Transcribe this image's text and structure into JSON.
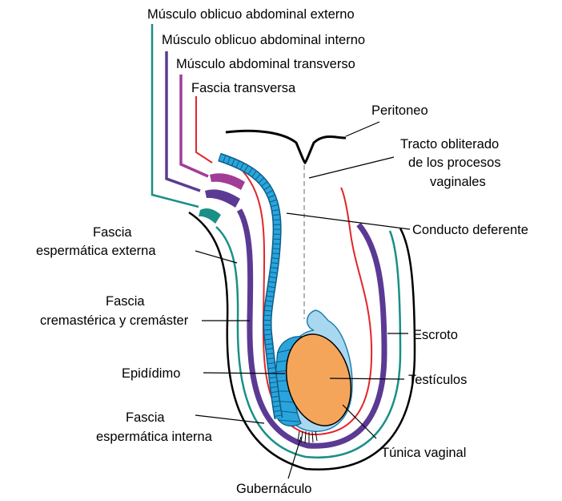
{
  "labels": {
    "oblicuo_externo": "Músculo oblicuo abdominal externo",
    "oblicuo_interno": "Músculo oblicuo abdominal interno",
    "abdominal_transverso": "Músculo abdominal transverso",
    "fascia_transversa": "Fascia transversa",
    "peritoneo": "Peritoneo",
    "tracto_l1": "Tracto obliterado",
    "tracto_l2": "de los procesos",
    "tracto_l3": "vaginales",
    "conducto_deferente": "Conducto deferente",
    "fascia_externa_l1": "Fascia",
    "fascia_externa_l2": "espermática externa",
    "cremasterica_l1": "Fascia",
    "cremasterica_l2": "cremastérica y cremáster",
    "escroto": "Escroto",
    "epididimo": "Epidídimo",
    "testiculos": "Testículos",
    "fascia_interna_l1": "Fascia",
    "fascia_interna_l2": "espermática interna",
    "tunica_vaginal": "Túnica vaginal",
    "gubernaculo": "Gubernáculo"
  },
  "colors": {
    "teal_external_oblique": "#1a8f86",
    "purple_internal_oblique": "#5b3a93",
    "magenta_transverse": "#a23d96",
    "red_fascia_transversa": "#e0262b",
    "blue_ductus": "#2aa4dc",
    "light_blue_tunica": "#a8d8f0",
    "orange_testis": "#f5a55a",
    "black_line": "#000000"
  }
}
